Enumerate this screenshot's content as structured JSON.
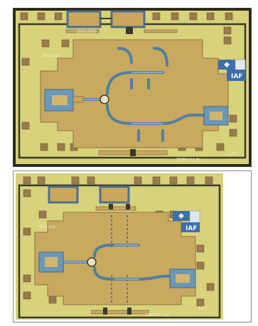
{
  "chip_top": {
    "logo_text": "IAF",
    "corner_label": "1.3H",
    "size_label": "1800x2800",
    "note_label": "TBD2 G2e",
    "bottom_label": "ESMHL4 1-8p"
  },
  "chip_bottom": {
    "logo_text": "IAF",
    "corner_label": "1.2H",
    "note_label": "TBD2 G2e",
    "bottom_label": "ESMHL2 1-8p"
  },
  "colors": {
    "substrate": "#d7d17a",
    "gold": "#c9a85b",
    "trace": "#5b88a8",
    "pad": "#9a7a4a"
  }
}
